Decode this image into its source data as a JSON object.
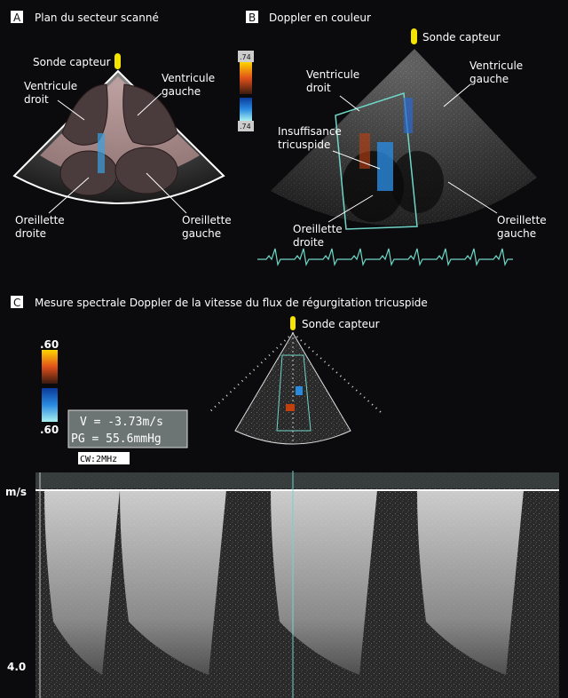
{
  "panel_a": {
    "letter": "A",
    "title": "Plan du secteur scanné",
    "probe": "Sonde capteur",
    "rv": [
      "Ventricule",
      "droit"
    ],
    "lv": [
      "Ventricule",
      "gauche"
    ],
    "ra": [
      "Oreillette",
      "droite"
    ],
    "la": [
      "Oreillette",
      "gauche"
    ]
  },
  "panel_b": {
    "letter": "B",
    "title": "Doppler en couleur",
    "probe": "Sonde capteur",
    "scale_top": ".74",
    "scale_bottom": ".74",
    "rv": [
      "Ventricule",
      "droit"
    ],
    "lv": [
      "Ventricule",
      "gauche"
    ],
    "tr": [
      "Insuffisance",
      "tricuspide"
    ],
    "ra": [
      "Oreillette",
      "droite"
    ],
    "la": [
      "Oreillette",
      "gauche"
    ]
  },
  "panel_c": {
    "letter": "C",
    "title": "Mesure spectrale Doppler de la vitesse du flux de régurgitation tricuspide",
    "probe": "Sonde capteur",
    "scale_top": ".60",
    "scale_bottom": ".60",
    "velocity": "V = -3.73m/s",
    "gradient": "PG = 55.6mmHg",
    "mode": "CW:2MHz",
    "axis_unit": "m/s",
    "axis_max": "4.0"
  },
  "colors": {
    "probe": "#f5e400",
    "ecg": "#6fd6c8",
    "sector": "#e8b4b4"
  }
}
